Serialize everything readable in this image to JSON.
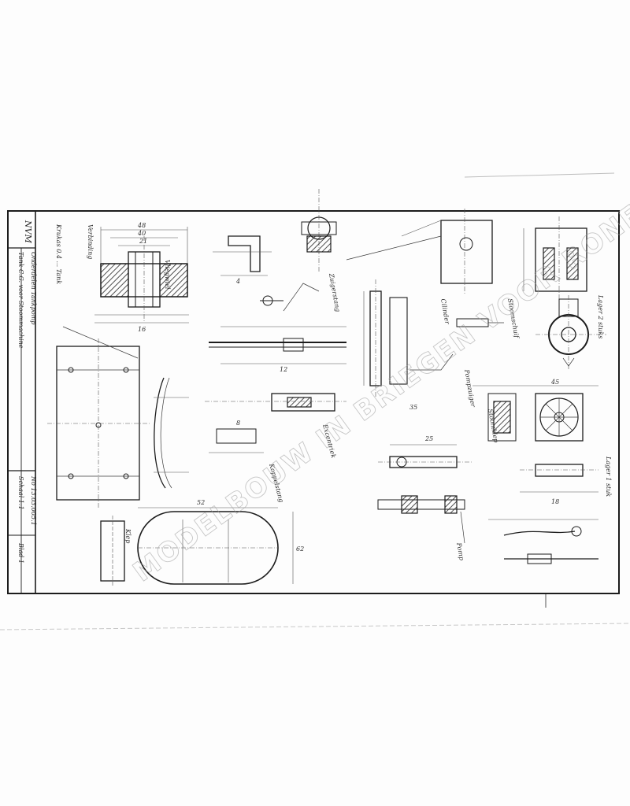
{
  "title_block": {
    "maker": "NVM",
    "title_line1": "Tank C.G. voor Stoommachine",
    "title_line2": "Onderdelen Tankpomp",
    "scale": "Schaal 1:1",
    "sheet_no": "Blad 1",
    "drawing_no": "No 13.03.005.1"
  },
  "watermark": {
    "text": "MODELBOUW IN BRIEGEN VOOR RONEN"
  },
  "labels": {
    "section_title": "Krukas 0.4 ... Tank",
    "cross_note": "Verbinding",
    "part_a": "Zuigerstang",
    "part_b": "Cilinder",
    "part_c": "Excentriek",
    "part_d": "Koppelstang",
    "part_e": "Pompzuiger",
    "part_f": "Stoomschuif",
    "part_g": "Stoomklep",
    "part_h": "Lager 2 stuks",
    "part_i": "Lager 1 stuk",
    "part_j": "Vliegwiel",
    "part_k": "Pomp",
    "part_l": "Klep"
  },
  "dimensions": [
    "48",
    "40",
    "21",
    "16",
    "52",
    "62",
    "12",
    "35",
    "18",
    "25",
    "8",
    "45",
    "4"
  ]
}
